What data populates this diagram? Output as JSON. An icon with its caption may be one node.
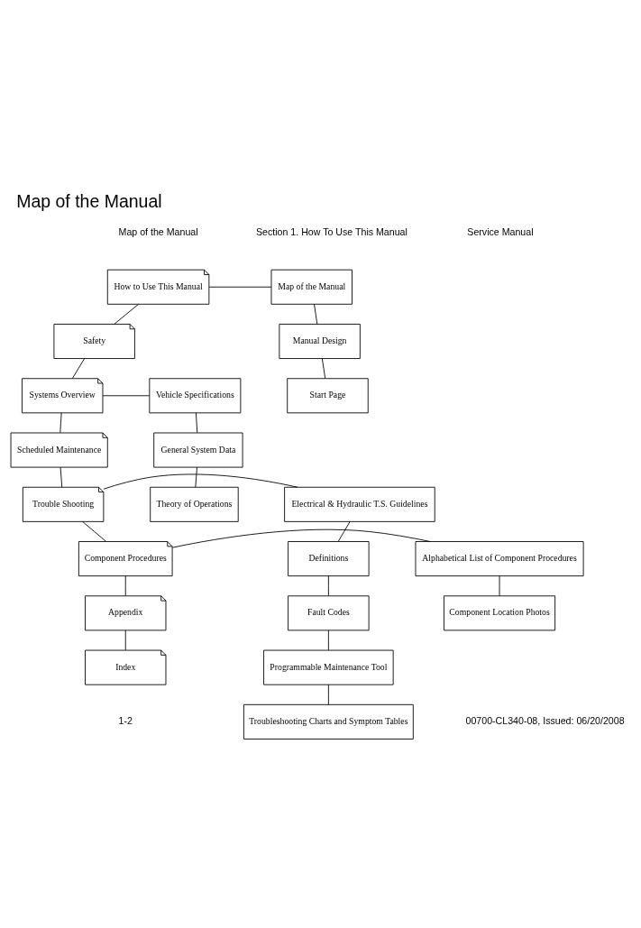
{
  "diagram": {
    "title": "Map of the Manual",
    "nodes": [
      {
        "text": [
          "How to Use This Manual"
        ]
      },
      {
        "text": [
          "Safety"
        ]
      },
      {
        "text": [
          "Systems Overview"
        ]
      },
      {
        "text": [
          "Scheduled Maintenance"
        ]
      },
      {
        "text": [
          "Trouble Shooting"
        ]
      },
      {
        "text": [
          "Component Procedures"
        ]
      },
      {
        "text": [
          "Appendix"
        ]
      },
      {
        "text": [
          "Index"
        ]
      },
      {
        "text": [
          "Vehicle Specifications"
        ]
      },
      {
        "text": [
          "General System Data"
        ]
      },
      {
        "text": [
          "Theory of Operations"
        ]
      },
      {
        "text": [
          "Alphabetical List of Component Procedures"
        ]
      },
      {
        "text": [
          "Component Location Photos"
        ]
      },
      {
        "text": [
          "Map of the Manual"
        ]
      },
      {
        "text": [
          "Manual Design"
        ]
      },
      {
        "text": [
          "Start Page"
        ]
      },
      {
        "text": [
          "Electrical & Hydraulic T.S. Guidelines"
        ]
      },
      {
        "text": [
          "Definitions"
        ]
      },
      {
        "text": [
          "Fault Codes"
        ]
      },
      {
        "text": [
          "Programmable Maintenance Tool"
        ]
      },
      {
        "text": [
          "Troubleshooting Charts and Symptom Tables"
        ]
      }
    ],
    "edges": [
      {
        "from": 0,
        "to": 1,
        "arrow": "none"
      },
      {
        "from": 1,
        "to": 2,
        "arrow": "none"
      },
      {
        "from": 2,
        "to": 3,
        "arrow": "none"
      },
      {
        "from": 3,
        "to": 4,
        "arrow": "none"
      },
      {
        "from": 4,
        "to": 5,
        "arrow": "none"
      },
      {
        "from": 5,
        "to": 6,
        "arrow": "none"
      },
      {
        "from": 6,
        "to": 7,
        "arrow": "none"
      },
      {
        "from": 0,
        "to": 13,
        "arrow": "none"
      },
      {
        "from": 13,
        "to": 14,
        "arrow": "none"
      },
      {
        "from": 14,
        "to": 15,
        "arrow": "none"
      },
      {
        "from": 2,
        "to": 8,
        "arrow": "none"
      },
      {
        "from": 8,
        "to": 9,
        "arrow": "none"
      },
      {
        "from": 9,
        "to": 10,
        "arrow": "none"
      },
      {
        "from": 4,
        "to": 16,
        "arrow": "none"
      },
      {
        "from": 16,
        "to": 17,
        "arrow": "none"
      },
      {
        "from": 17,
        "to": 18,
        "arrow": "none"
      },
      {
        "from": 18,
        "to": 19,
        "arrow": "none"
      },
      {
        "from": 19,
        "to": 20,
        "arrow": "none"
      },
      {
        "from": 5,
        "to": 11,
        "arrow": "none"
      },
      {
        "from": 11,
        "to": 12,
        "arrow": "none"
      }
    ],
    "labels": [
      "Section 1. How To Use This Manual",
      "Service Manual",
      "Map of the Manual",
      "1-2",
      "00700-CL340-08, Issued: 06/20/2008"
    ]
  }
}
